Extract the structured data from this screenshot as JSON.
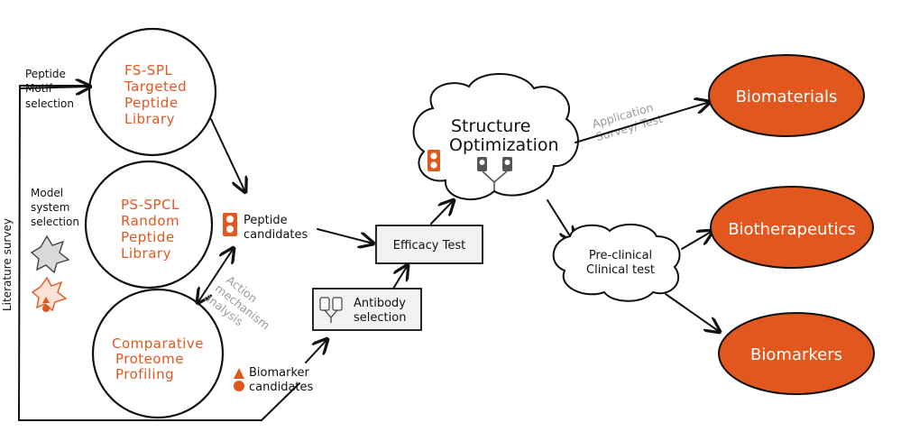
{
  "left_bar_label": "Literature survey",
  "peptide_motif": [
    "Peptide",
    "Motif",
    "selection"
  ],
  "model_system": [
    "Model",
    "system",
    "selection"
  ],
  "libraries": {
    "fs_spl": [
      "FS-SPL",
      "Targeted",
      "Peptide",
      "Library"
    ],
    "ps_spcl": [
      "PS-SPCL",
      "Random",
      "Peptide",
      "Library"
    ],
    "proteome": [
      "Comparative",
      "Proteome",
      "Profiling"
    ]
  },
  "action_mechanism": [
    "Action",
    "mechanism",
    "analysis"
  ],
  "peptide_candidates": [
    "Peptide",
    "candidates"
  ],
  "biomarker_candidates": [
    "Biomarker",
    "candidates"
  ],
  "antibody_selection": [
    "Antibody",
    "selection"
  ],
  "efficacy_test": "Efficacy Test",
  "structure_optimization": [
    "Structure",
    "Optimization"
  ],
  "application_test": [
    "Application",
    "Survey/ Test"
  ],
  "preclinical": [
    "Pre-clinical",
    "Clinical test"
  ],
  "outcomes": [
    "Biomaterials",
    "Biotherapeutics",
    "Biomarkers"
  ],
  "colors": {
    "accent": "#e2571e",
    "ink": "#111111",
    "muted": "#9a9a9a"
  }
}
